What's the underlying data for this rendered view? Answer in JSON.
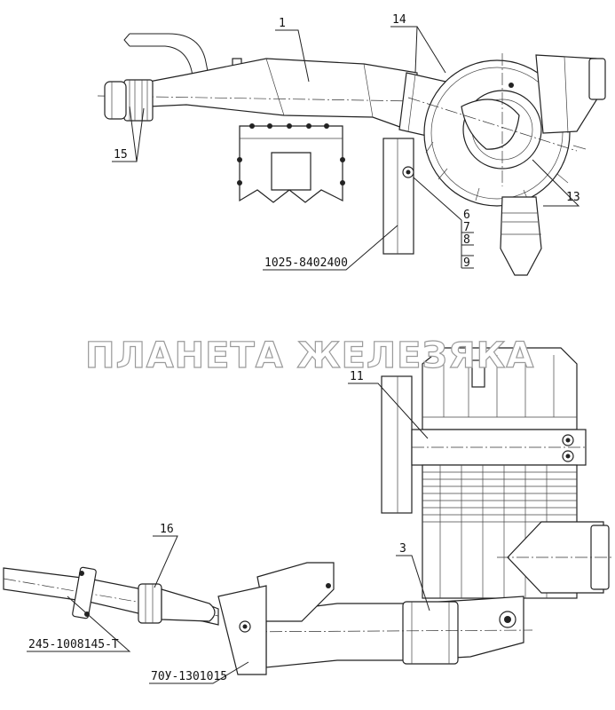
{
  "watermark": "ПЛАНЕТА ЖЕЛЕЗЯКА",
  "callouts": {
    "c1": "1",
    "c3": "3",
    "c6": "6",
    "c7": "7",
    "c8": "8",
    "c9": "9",
    "c11": "11",
    "c13": "13",
    "c14": "14",
    "c15": "15",
    "c16": "16",
    "ref_bracket": "1025-8402400",
    "ref_pipe": "245-1008145-Т",
    "ref_elbow": "70У-1301015"
  }
}
